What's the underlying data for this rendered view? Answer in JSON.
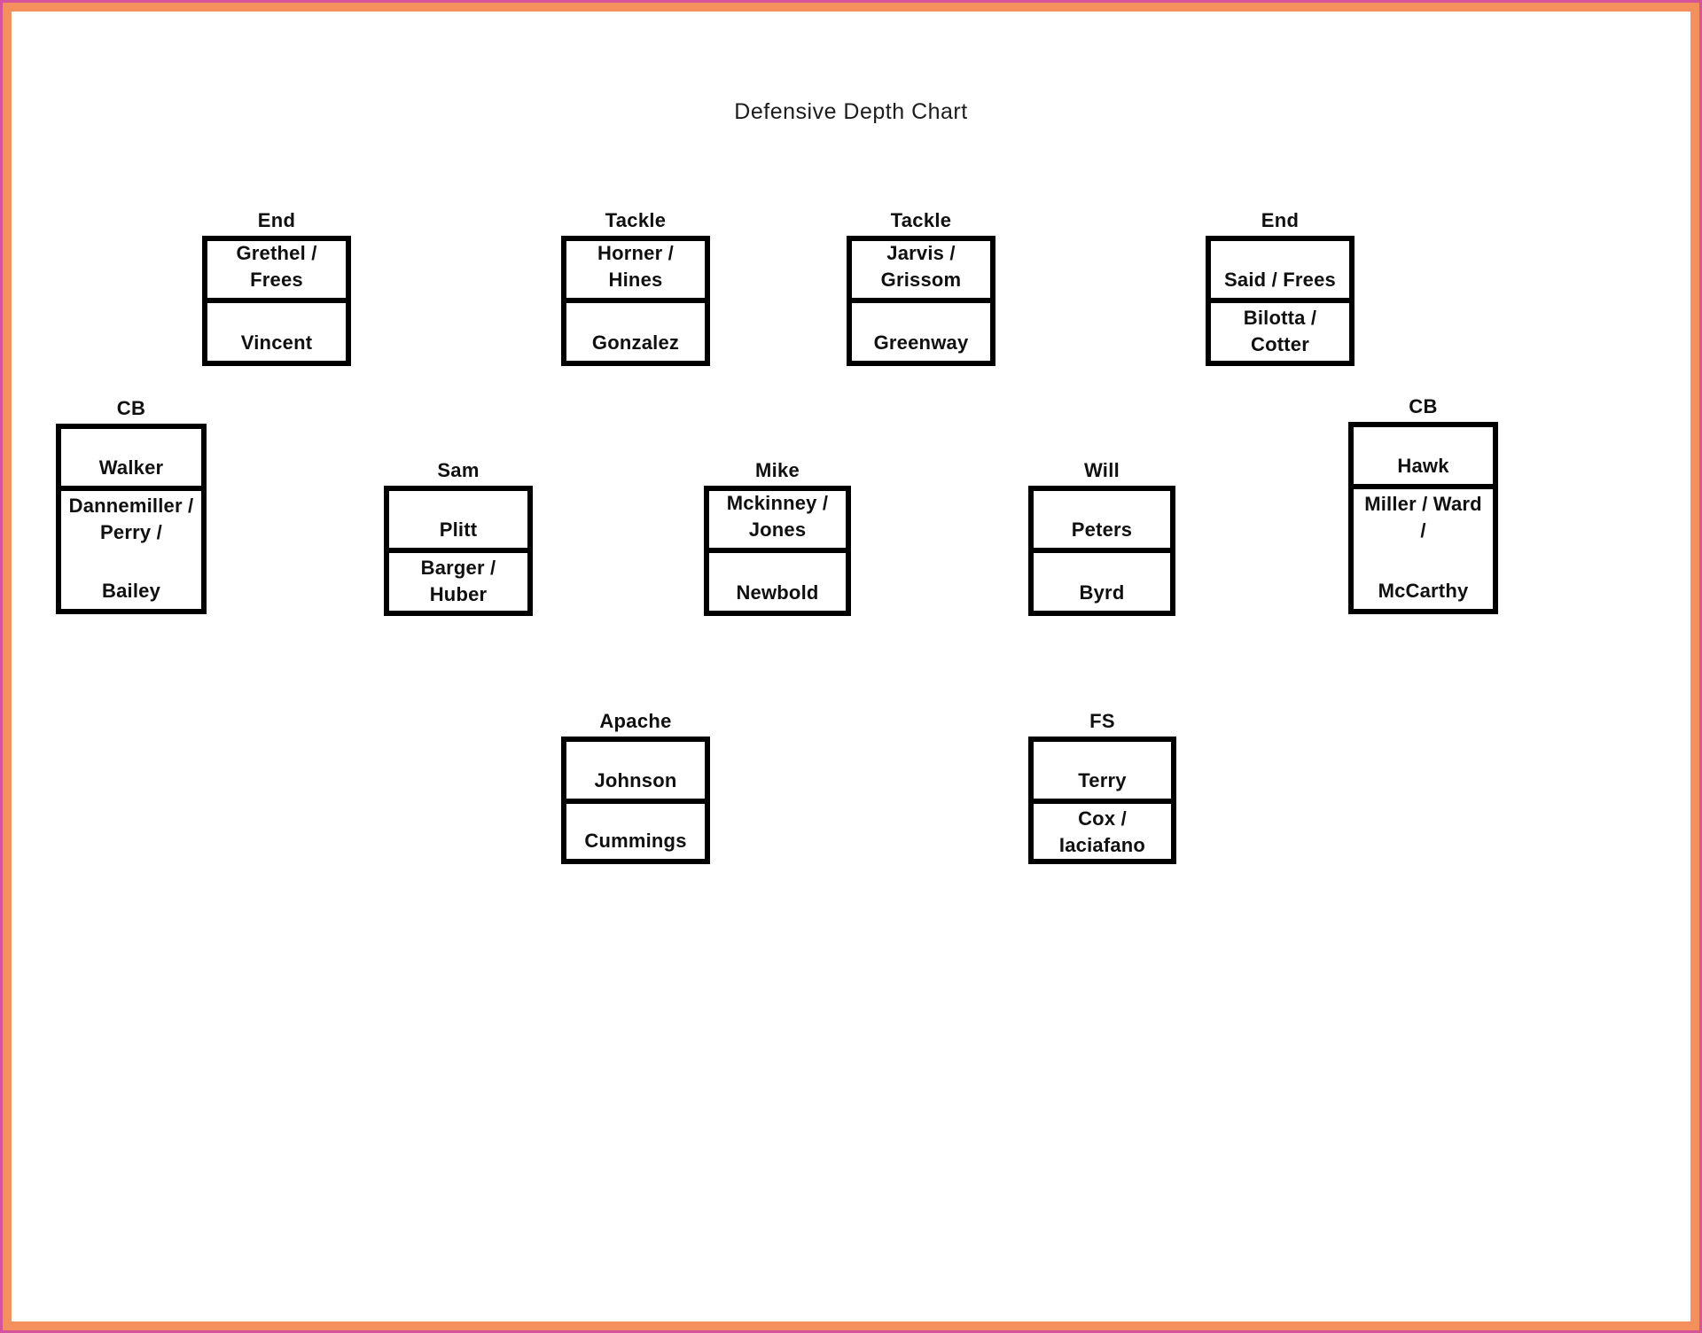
{
  "page": {
    "title": "Defensive Depth Chart",
    "background_color": "#ffffff",
    "outer_border_color": "#d4539a",
    "frame_border_color": "#f3905d",
    "box_border_color": "#000000",
    "text_color": "#101010"
  },
  "positions": [
    {
      "slot": "end-left",
      "label": "End",
      "cells": [
        {
          "groups": [
            [
              "Grethel /",
              "Frees"
            ]
          ]
        },
        {
          "groups": [
            [
              "Vincent"
            ]
          ]
        }
      ]
    },
    {
      "slot": "tackle-left",
      "label": "Tackle",
      "cells": [
        {
          "groups": [
            [
              "Horner /",
              "Hines"
            ]
          ]
        },
        {
          "groups": [
            [
              "Gonzalez"
            ]
          ]
        }
      ]
    },
    {
      "slot": "tackle-right",
      "label": "Tackle",
      "cells": [
        {
          "groups": [
            [
              "Jarvis /",
              "Grissom"
            ]
          ]
        },
        {
          "groups": [
            [
              "Greenway"
            ]
          ]
        }
      ]
    },
    {
      "slot": "end-right",
      "label": "End",
      "cells": [
        {
          "groups": [
            [
              "Said / Frees"
            ]
          ]
        },
        {
          "groups": [
            [
              "Bilotta /",
              "Cotter"
            ]
          ]
        }
      ]
    },
    {
      "slot": "cb-left",
      "label": "CB",
      "cells": [
        {
          "groups": [
            [
              "Walker"
            ]
          ]
        },
        {
          "groups": [
            [
              "Dannemiller /",
              "Perry /"
            ],
            [
              "Bailey"
            ]
          ]
        }
      ]
    },
    {
      "slot": "sam",
      "label": "Sam",
      "cells": [
        {
          "groups": [
            [
              "Plitt"
            ]
          ]
        },
        {
          "groups": [
            [
              "Barger /",
              "Huber"
            ]
          ]
        }
      ]
    },
    {
      "slot": "mike",
      "label": "Mike",
      "cells": [
        {
          "groups": [
            [
              "Mckinney /",
              "Jones"
            ]
          ]
        },
        {
          "groups": [
            [
              "Newbold"
            ]
          ]
        }
      ]
    },
    {
      "slot": "will",
      "label": "Will",
      "cells": [
        {
          "groups": [
            [
              "Peters"
            ]
          ]
        },
        {
          "groups": [
            [
              "Byrd"
            ]
          ]
        }
      ]
    },
    {
      "slot": "cb-right",
      "label": "CB",
      "cells": [
        {
          "groups": [
            [
              "Hawk"
            ]
          ]
        },
        {
          "groups": [
            [
              "Miller / Ward",
              "/"
            ],
            [
              "McCarthy"
            ]
          ]
        }
      ]
    },
    {
      "slot": "apache",
      "label": "Apache",
      "cells": [
        {
          "groups": [
            [
              "Johnson"
            ]
          ]
        },
        {
          "groups": [
            [
              "Cummings"
            ]
          ]
        }
      ]
    },
    {
      "slot": "fs",
      "label": "FS",
      "cells": [
        {
          "groups": [
            [
              "Terry"
            ]
          ]
        },
        {
          "groups": [
            [
              "Cox /",
              "Iaciafano"
            ]
          ]
        }
      ]
    }
  ]
}
